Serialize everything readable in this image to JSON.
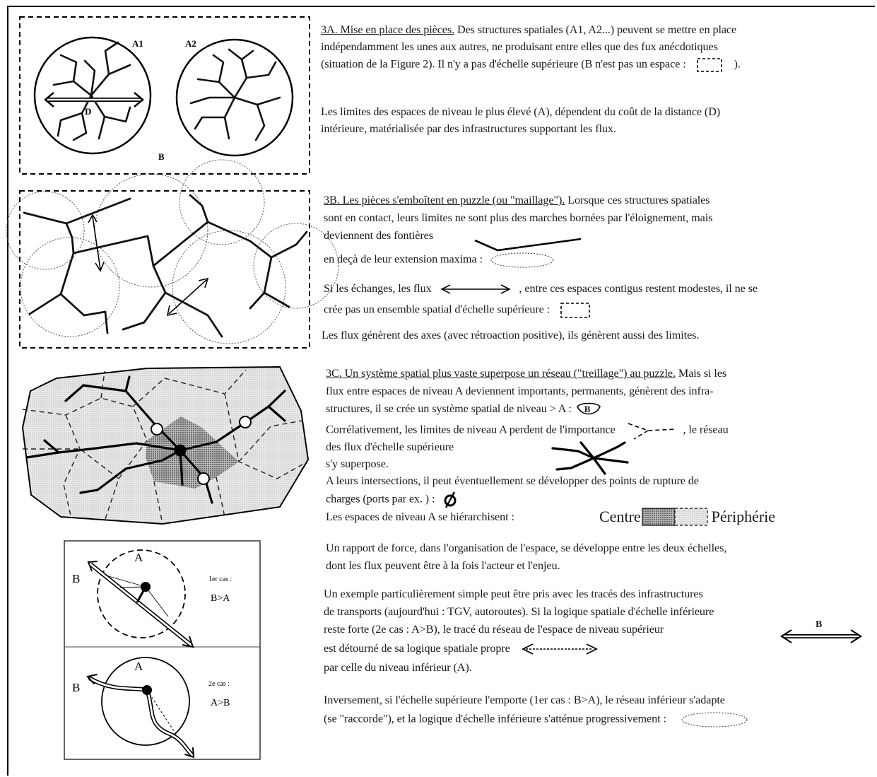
{
  "fig3a": {
    "label_a1": "A1",
    "label_a2": "A2",
    "label_d": "D",
    "label_b": "B"
  },
  "fig_cases": {
    "case1_label_a": "A",
    "case1_label_b": "B",
    "case1_title": "1er cas :",
    "case1_rel": "B>A",
    "case2_label_a": "A",
    "case2_label_b": "B",
    "case2_title": "2e cas :",
    "case2_rel": "A>B"
  },
  "section3a": {
    "heading": "3A. Mise en place des pièces.",
    "l1_rest": " Des structures spatiales (A1, A2...) peuvent se mettre en place",
    "l2": "indépendamment les unes aux autres, ne produisant entre elles que des fux anécdotiques",
    "l3a": "(situation de la Figure 2). Il n'y a pas d'échelle supérieure (B n'est pas un espace :",
    "l3b": ").",
    "p2_l1": "Les limites des espaces de niveau le plus élevé (A), dépendent du coût de la distance (D)",
    "p2_l2": "intérieure, matérialisée par des infrastructures supportant les flux."
  },
  "section3b": {
    "heading": "3B. Les pièces s'emboîtent en puzzle (ou \"maillage\").",
    "l1_rest": " Lorsque ces structures spatiales",
    "l2": "sont en contact, leurs limites ne sont plus des marches bornées par l'éloignement, mais",
    "l3": "deviennent des fontières",
    "l4": "en deçà de leur extension maxima :",
    "l5a": "Si les échanges, les flux",
    "l5b": ", entre ces espaces contigus restent modestes, il ne se",
    "l6": "crée pas un ensemble spatial d'échelle supérieure :",
    "l7": "Les flux génèrent des axes (avec rétroaction positive), ils génèrent aussi des limites."
  },
  "section3c": {
    "heading": "3C. Un système spatial plus vaste superpose un réseau (\"treillage\") au puzzle.",
    "l1_rest": " Mais si les",
    "l2": "flux entre espaces de niveau A deviennent importants, permanents, génèrent des infra-",
    "l3": "structures, il se crée un système spatial de niveau > A :",
    "l3_icon": "B",
    "l4a": "Corrélativement, les limites de niveau A perdent de l'importance",
    "l4b": ", le réseau",
    "l5": "des flux d'échelle supérieure",
    "l6": "s'y superpose.",
    "l7": "A leurs intersections, il peut éventuellement se développer des points de rupture de",
    "l8": "charges (ports par ex. ) :",
    "l9": "Les espaces de niveau A se hiérarchisent :",
    "centre": "Centre",
    "peripherie": "Périphérie",
    "p2_l1": "Un rapport de force, dans l'organisation de l'espace, se développe entre les deux échelles,",
    "p2_l2": "dont les flux peuvent être à la fois l'acteur et l'enjeu.",
    "p3_l1": "Un exemple particulièrement simple peut être pris avec les tracés des infrastructures",
    "p3_l2": "de transports (aujourd'hui : TGV, autoroutes). Si la logique spatiale d'échelle inférieure",
    "p3_l3": "reste forte (2e cas : A>B), le tracé du réseau de l'espace de niveau supérieur",
    "p3_l4": "est détourné de sa logique spatiale propre",
    "p3_l5": "par celle du niveau inférieur (A).",
    "arrow_b": "B",
    "p4_l1": "Inversement, si l'échelle supérieure l'emporte (1er cas : B>A), le réseau inférieur s'adapte",
    "p4_l2": "(se \"raccorde\"), et la logique d'échelle inférieure s'atténue progressivement :"
  }
}
